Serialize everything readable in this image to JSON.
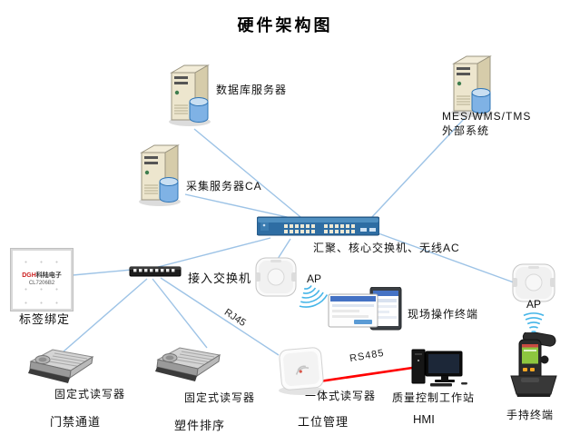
{
  "title": "硬件架构图",
  "nodes": {
    "db_server": {
      "label": "数据库服务器"
    },
    "mes_server": {
      "line1": "MES/WMS/TMS",
      "line2": "外部系统"
    },
    "ca_server": {
      "label": "采集服务器CA"
    },
    "core_switch": {
      "label": "汇聚、核心交换机、无线AC"
    },
    "access_switch": {
      "label": "接入交换机"
    },
    "ap_left": {
      "label": "AP"
    },
    "ap_right": {
      "label": "AP"
    },
    "tag_binding": {
      "brand_logo": "DGH",
      "brand": "科陆电子",
      "model": "CL7206B2",
      "label": "标签绑定"
    },
    "field_terminal": {
      "label": "现场操作终端"
    },
    "fixed_reader_gate": {
      "label": "固定式读写器",
      "sublabel": "门禁通道"
    },
    "fixed_reader_sort": {
      "label": "固定式读写器",
      "sublabel": "塑件排序"
    },
    "integrated_reader": {
      "label": "一体式读写器",
      "sublabel": "工位管理"
    },
    "qc_workstation": {
      "label": "质量控制工作站",
      "sublabel": "HMI"
    },
    "handheld_terminal": {
      "label": "手持终端"
    }
  },
  "links": {
    "rj45": "RJ45",
    "rs485": "RS485"
  },
  "colors": {
    "connection": "#9DC3E6",
    "serial": "#FF0000",
    "wifi": "#45B5E8"
  }
}
